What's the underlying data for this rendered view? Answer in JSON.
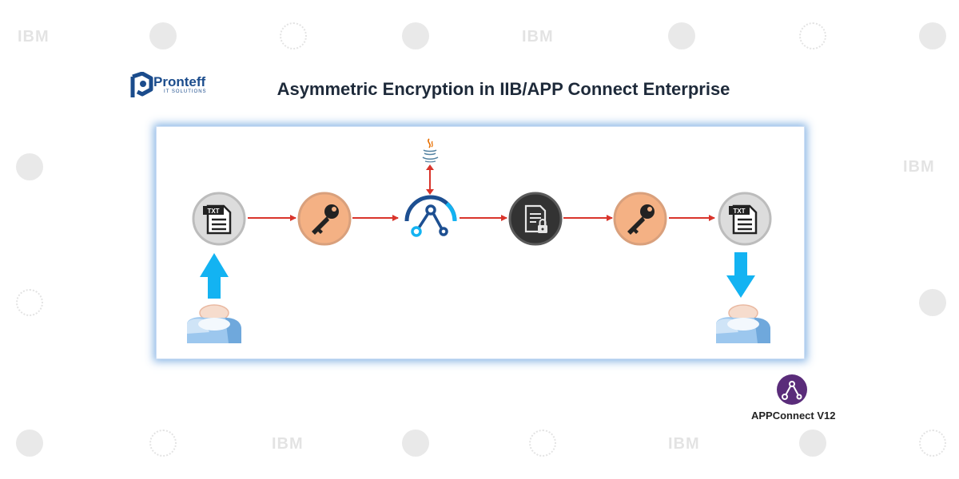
{
  "header": {
    "logo_name": "Pronteff",
    "logo_tagline": "IT SOLUTIONS",
    "title": "Asymmetric Encryption in IIB/APP Connect Enterprise"
  },
  "watermarks": {
    "ibm_text": "IBM"
  },
  "diagram": {
    "nodes": [
      {
        "id": "input-file",
        "icon": "txt-file-icon",
        "badge_text": "TXT"
      },
      {
        "id": "public-key",
        "icon": "key-icon"
      },
      {
        "id": "app-connect-flow",
        "icon": "app-connect-icon"
      },
      {
        "id": "encrypted-file",
        "icon": "locked-document-icon"
      },
      {
        "id": "private-key",
        "icon": "key-icon"
      },
      {
        "id": "output-file",
        "icon": "txt-file-icon",
        "badge_text": "TXT"
      }
    ],
    "java_icon": "java-icon",
    "users": [
      "sender-user-icon",
      "receiver-user-icon"
    ]
  },
  "badge": {
    "label": "APPConnect V12"
  },
  "colors": {
    "arrow_red": "#d9342b",
    "arrow_blue": "#13b3f2",
    "key_orange": "#f4b184",
    "file_gray": "#d9d9d9",
    "lock_dark": "#333333",
    "ace_blue": "#1d4f91",
    "badge_purple": "#5a2c7a",
    "panel_glow": "#78aae1"
  }
}
